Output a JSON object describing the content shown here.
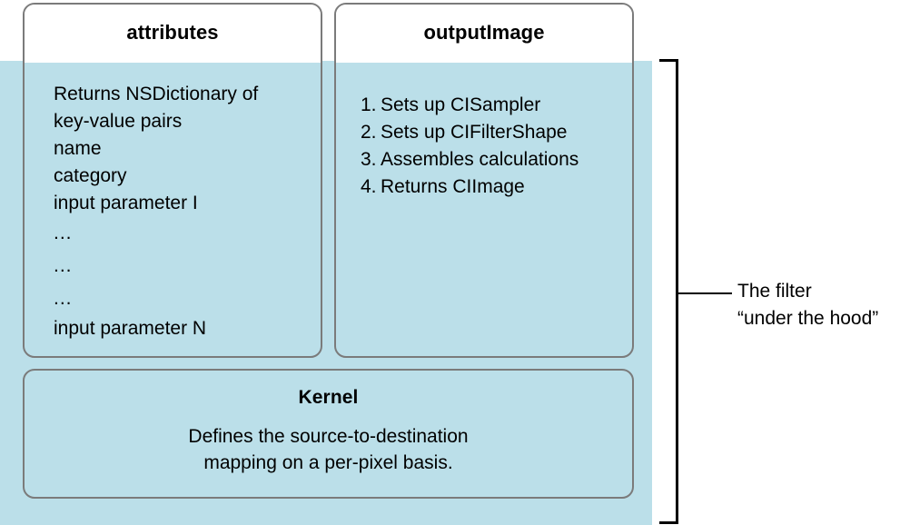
{
  "diagram": {
    "backdrop_color": "#bbdfe9",
    "border_color": "#7b7b7b",
    "boxes": {
      "attributes": {
        "title": "attributes",
        "lines": [
          "Returns NSDictionary of",
          "key-value pairs",
          "name",
          "category",
          "input parameter I",
          "...",
          "...",
          "...",
          "input parameter N"
        ]
      },
      "output_image": {
        "title": "outputImage",
        "steps": [
          {
            "num": "1.",
            "text": "Sets up CISampler"
          },
          {
            "num": "2.",
            "text": "Sets up CIFilterShape"
          },
          {
            "num": "3.",
            "text": "Assembles calculations"
          },
          {
            "num": "4.",
            "text": "Returns CIImage"
          }
        ]
      },
      "kernel": {
        "title": "Kernel",
        "lines": [
          "Defines the source-to-destination",
          "mapping on a per-pixel basis."
        ]
      }
    },
    "annotation": {
      "line1": "The filter",
      "line2": "“under the hood”"
    }
  }
}
